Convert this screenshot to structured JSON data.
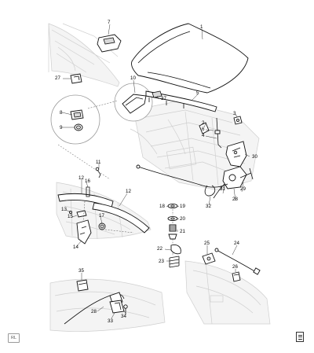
{
  "footer": {
    "code_label": "RL",
    "book_mark": "≡"
  },
  "callouts": [
    {
      "id": "c1",
      "text": "1"
    },
    {
      "id": "c7",
      "text": "7"
    },
    {
      "id": "c27",
      "text": "27"
    },
    {
      "id": "c10",
      "text": "10"
    },
    {
      "id": "c5",
      "text": "5"
    },
    {
      "id": "c37",
      "text": "37"
    },
    {
      "id": "c8",
      "text": "8"
    },
    {
      "id": "c9",
      "text": "9"
    },
    {
      "id": "c2",
      "text": "2"
    },
    {
      "id": "c6",
      "text": "6"
    },
    {
      "id": "c4",
      "text": "4"
    },
    {
      "id": "c3",
      "text": "3"
    },
    {
      "id": "c30",
      "text": "30"
    },
    {
      "id": "c11",
      "text": "11"
    },
    {
      "id": "c12a",
      "text": "12"
    },
    {
      "id": "c16",
      "text": "16"
    },
    {
      "id": "c12b",
      "text": "12"
    },
    {
      "id": "c13",
      "text": "13"
    },
    {
      "id": "c15",
      "text": "15"
    },
    {
      "id": "c17",
      "text": "17"
    },
    {
      "id": "c14",
      "text": "14"
    },
    {
      "id": "c18",
      "text": "18"
    },
    {
      "id": "c19",
      "text": "19"
    },
    {
      "id": "c20",
      "text": "20"
    },
    {
      "id": "c21",
      "text": "21"
    },
    {
      "id": "c22",
      "text": "22"
    },
    {
      "id": "c23",
      "text": "23"
    },
    {
      "id": "c31",
      "text": "31"
    },
    {
      "id": "c29",
      "text": "29"
    },
    {
      "id": "c28a",
      "text": "28"
    },
    {
      "id": "c32",
      "text": "32"
    },
    {
      "id": "c25",
      "text": "25"
    },
    {
      "id": "c24",
      "text": "24"
    },
    {
      "id": "c26",
      "text": "26"
    },
    {
      "id": "c35",
      "text": "35"
    },
    {
      "id": "c28b",
      "text": "28"
    },
    {
      "id": "c33",
      "text": "33"
    },
    {
      "id": "c34",
      "text": "34"
    }
  ]
}
